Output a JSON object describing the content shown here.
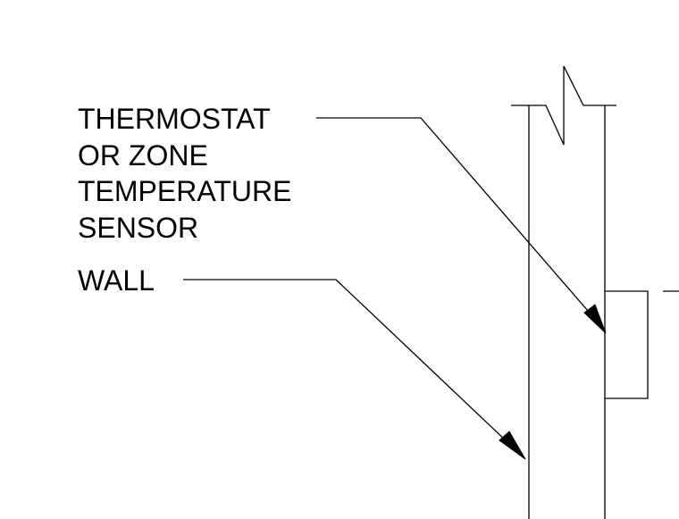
{
  "diagram": {
    "labels": {
      "thermostat": {
        "lines": [
          "THERMOSTAT",
          "OR ZONE",
          "TEMPERATURE",
          "SENSOR"
        ]
      },
      "wall": {
        "lines": [
          "WALL"
        ]
      }
    }
  }
}
